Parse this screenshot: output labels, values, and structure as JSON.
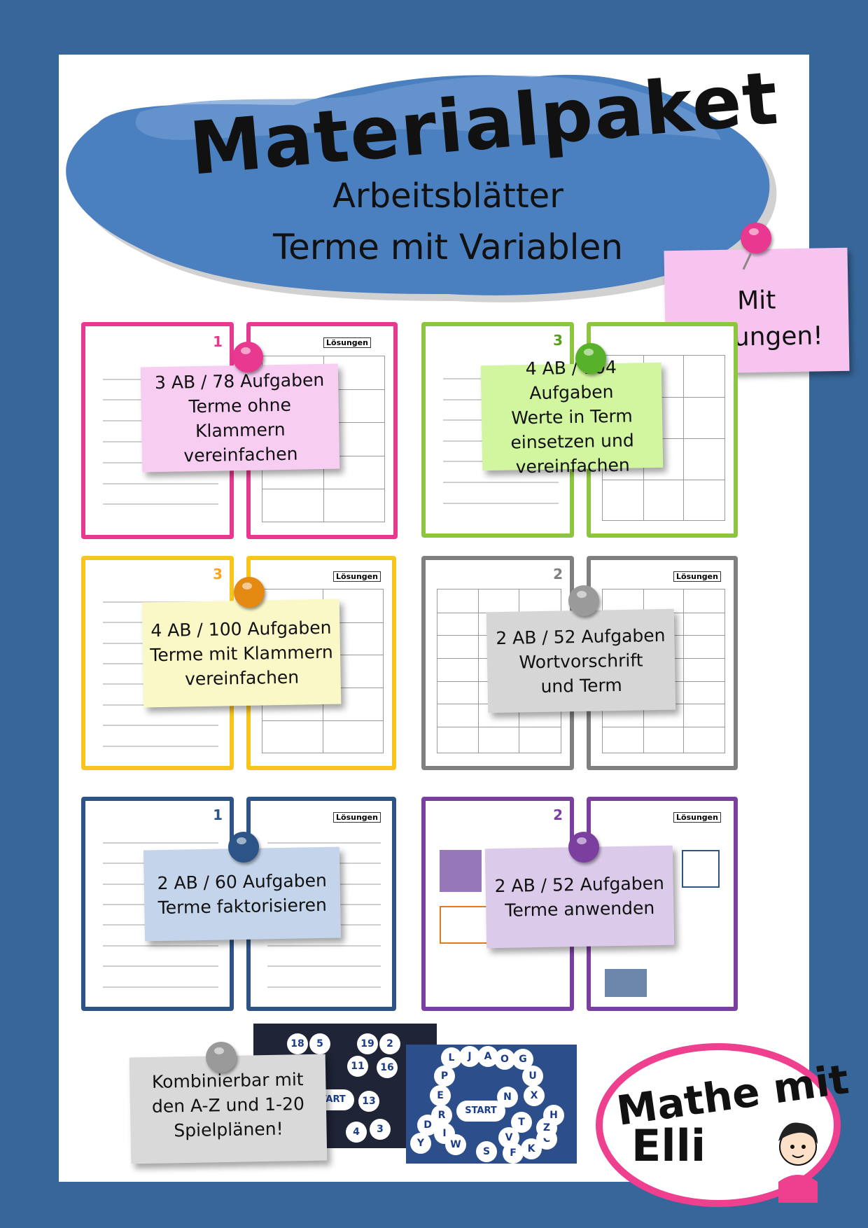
{
  "title": "Materialpaket",
  "subtitle1": "Arbeitsblätter",
  "subtitle2": "Terme mit Variablen",
  "solutions_note": [
    "Mit",
    "Lösungen!"
  ],
  "page_labels": {
    "solutions": "Lösungen"
  },
  "colors": {
    "background": "#37669a",
    "banner": "#4a7fc0",
    "pink": "#e8388f",
    "green": "#8cc63f",
    "yellow": "#f7c51e",
    "gray": "#7f7f7f",
    "navy": "#2d5486",
    "purple": "#7b3fa0"
  },
  "packages": [
    {
      "lines": [
        "3 AB / 78 Aufgaben",
        "Terme ohne Klammern",
        "vereinfachen"
      ],
      "color": "pink",
      "note_color": "#f7cdf2",
      "pin": "pink-pushpin-icon"
    },
    {
      "lines": [
        "4 AB / 104 Aufgaben",
        "Werte in Term",
        "einsetzen und",
        "vereinfachen"
      ],
      "color": "green",
      "note_color": "#d2f5a0",
      "pin": "green-pushpin-icon"
    },
    {
      "lines": [
        "4 AB / 100 Aufgaben",
        "Terme mit Klammern",
        "vereinfachen"
      ],
      "color": "yellow",
      "note_color": "#fbf8c8",
      "pin": "orange-pushpin-icon"
    },
    {
      "lines": [
        "2 AB / 52 Aufgaben",
        "Wortvorschrift",
        "und Term"
      ],
      "color": "gray",
      "note_color": "#d6d6d6",
      "pin": "gray-pushpin-icon"
    },
    {
      "lines": [
        "2 AB / 60 Aufgaben",
        "Terme faktorisieren"
      ],
      "color": "navy",
      "note_color": "#c4d4ea",
      "pin": "blue-pushpin-icon"
    },
    {
      "lines": [
        "2 AB / 52 Aufgaben",
        "Terme anwenden"
      ],
      "color": "purple",
      "note_color": "#dccaeb",
      "pin": "purple-pushpin-icon"
    }
  ],
  "boards": {
    "space_numbers": [
      "18",
      "5",
      "19",
      "2",
      "11",
      "16",
      "13",
      "3",
      "4"
    ],
    "space_start": "START",
    "ocean_letters": [
      "L",
      "J",
      "A",
      "O",
      "G",
      "P",
      "U",
      "X",
      "N",
      "E",
      "R",
      "I",
      "T",
      "V",
      "W",
      "F",
      "S",
      "K",
      "C",
      "H",
      "Y",
      "Z",
      "D"
    ],
    "ocean_start": "START"
  },
  "combine_note": [
    "Kombinierbar mit",
    "den A-Z und 1-20",
    "Spielplänen!"
  ],
  "logo": {
    "line1": "Mathe mit",
    "line2": "Elli"
  }
}
